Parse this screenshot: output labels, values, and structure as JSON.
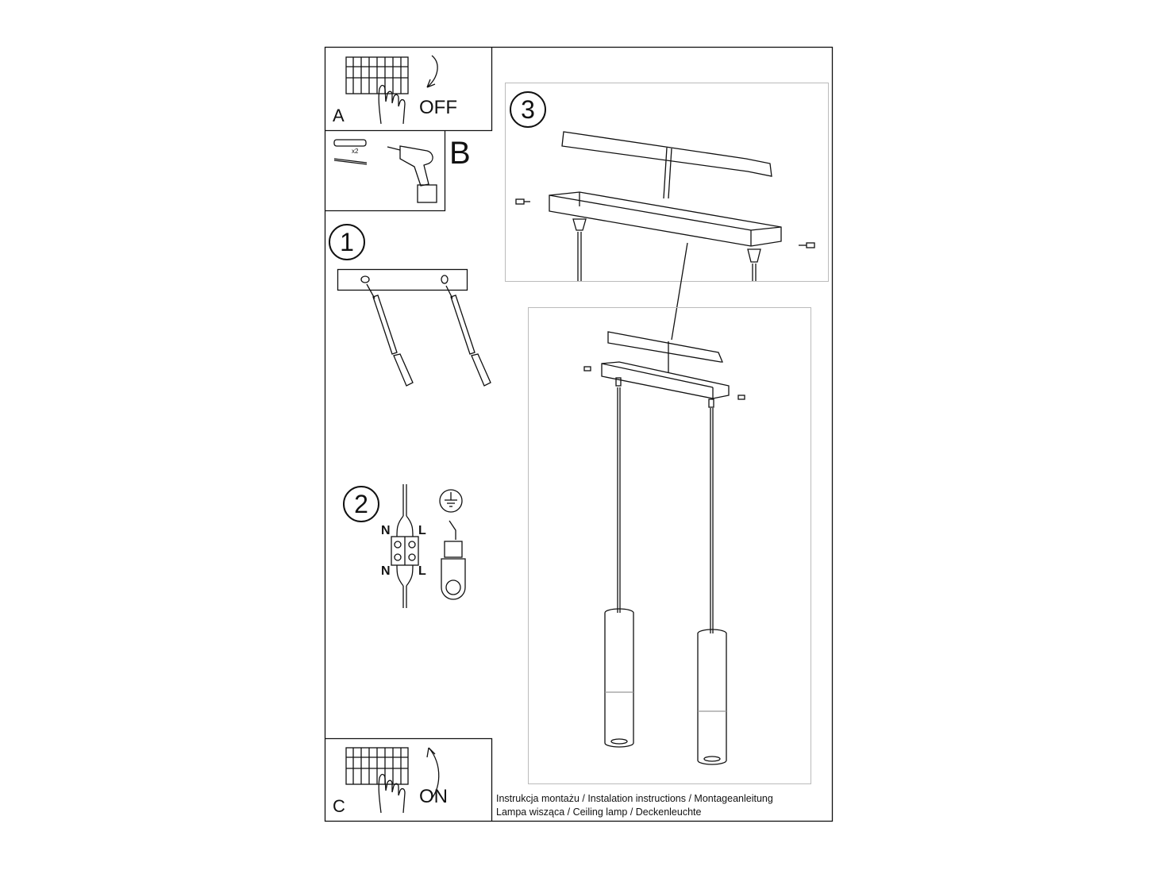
{
  "panels": {
    "a": {
      "letter": "A",
      "word": "OFF"
    },
    "b": {
      "letter": "B",
      "multiplier": "x2"
    },
    "c": {
      "letter": "C",
      "word": "ON"
    }
  },
  "steps": [
    "1",
    "2",
    "3"
  ],
  "wiring": {
    "n_top": "N",
    "l_top": "L",
    "n_bottom": "N",
    "l_bottom": "L"
  },
  "caption": {
    "line1": "Instrukcja montażu / Instalation instructions / Montageanleitung",
    "line2": "Lampa wisząca / Ceiling lamp / Deckenleuchte"
  },
  "colors": {
    "stroke": "#111111",
    "light_stroke": "#bbbbbb"
  }
}
